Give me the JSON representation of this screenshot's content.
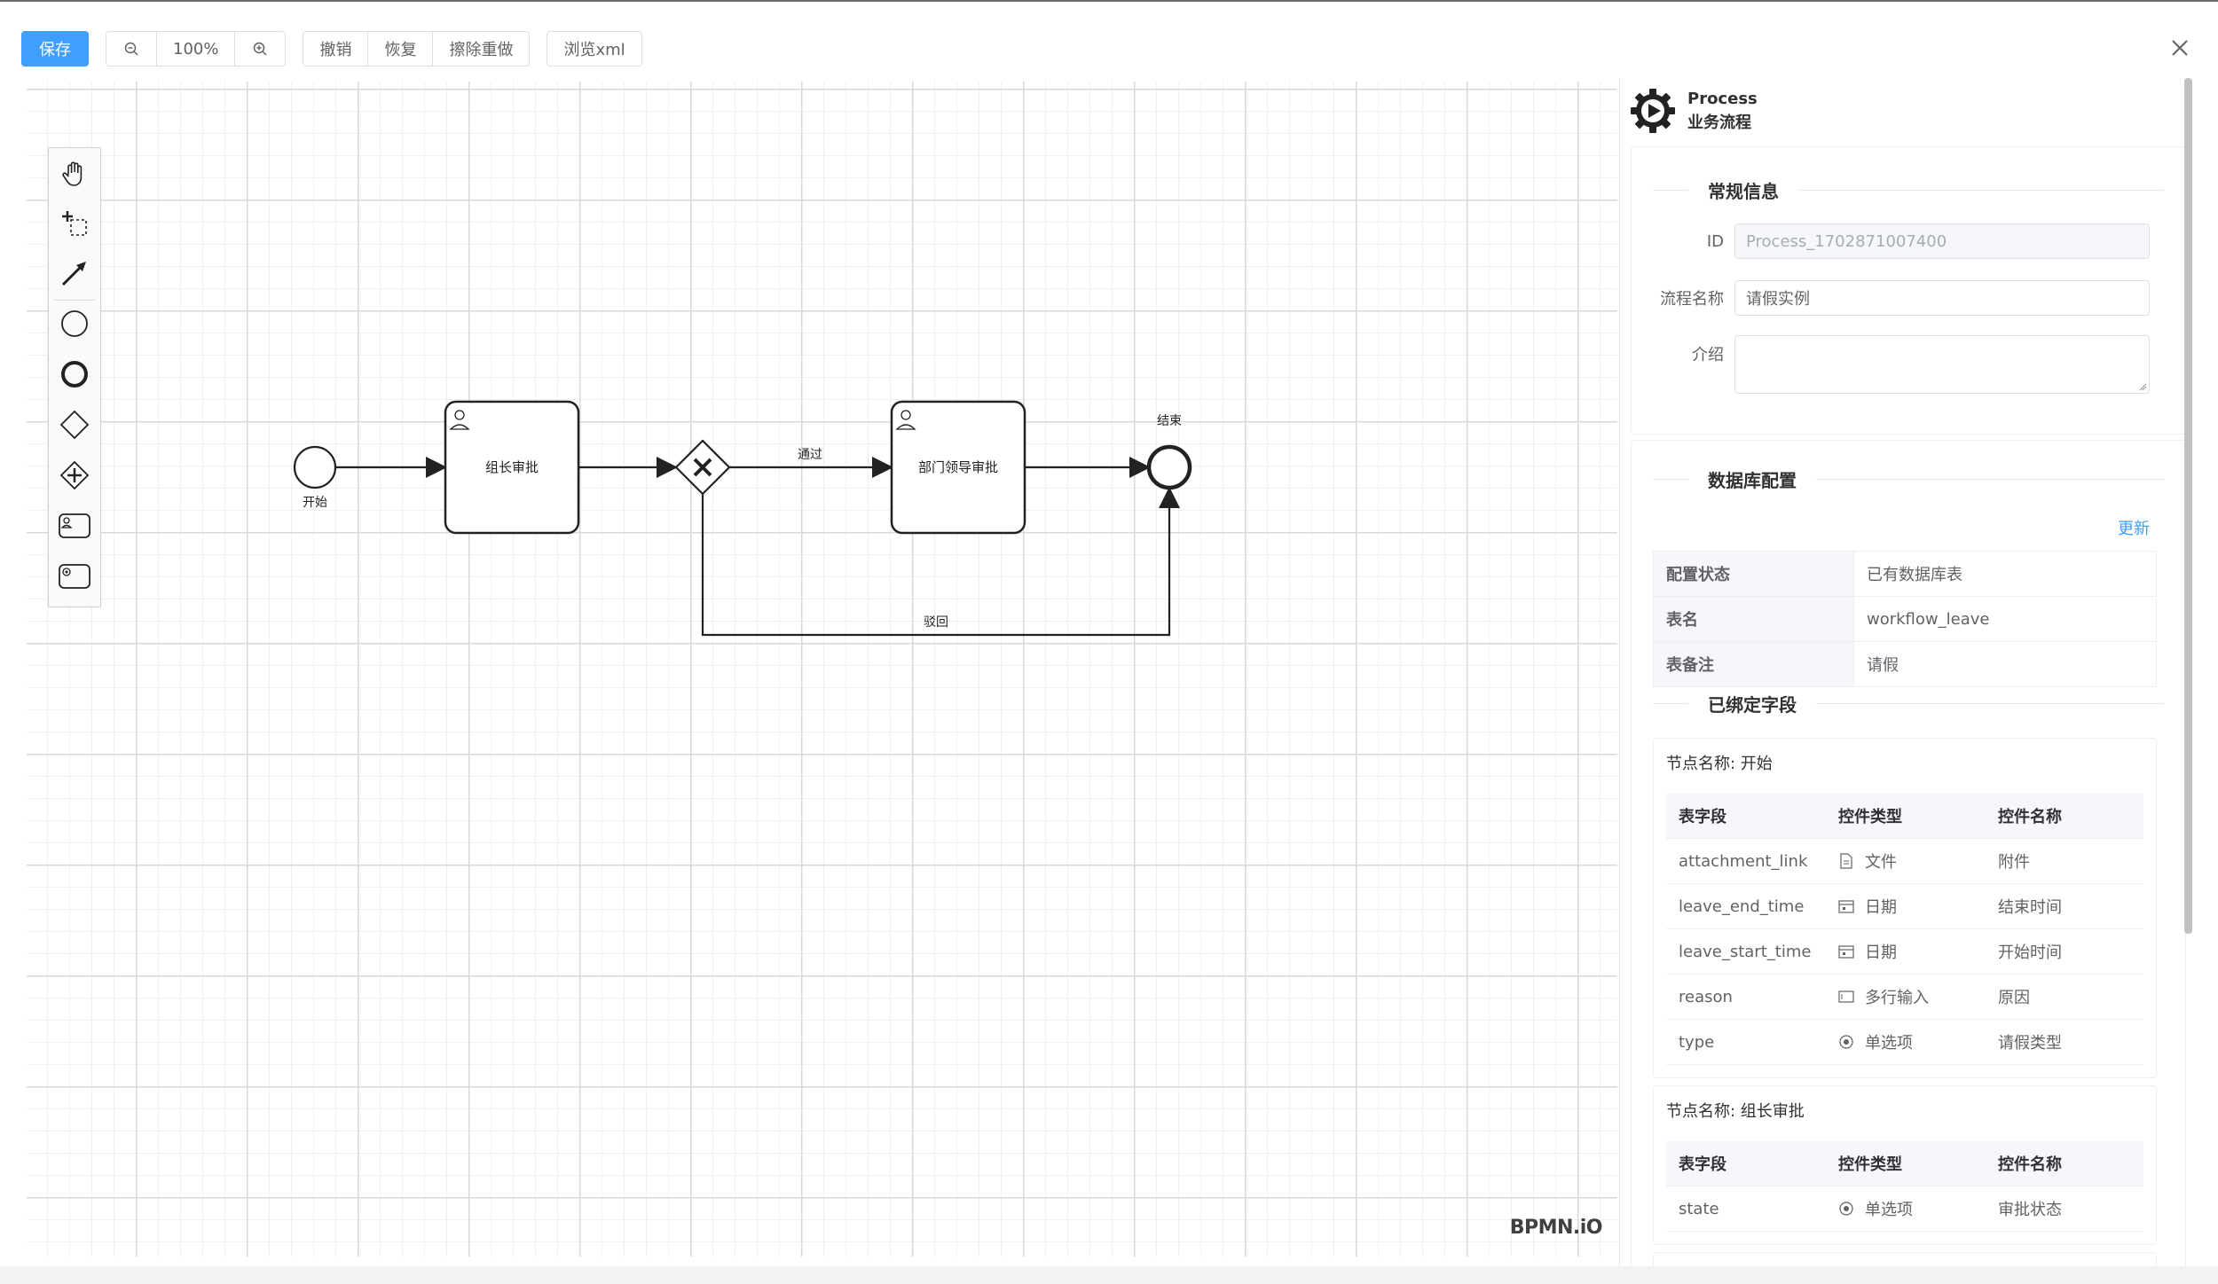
{
  "toolbar": {
    "save": "保存",
    "zoom_level": "100%",
    "undo": "撤销",
    "redo": "恢复",
    "reset": "擦除重做",
    "view_xml": "浏览xml"
  },
  "diagram": {
    "start_label": "开始",
    "task1_label": "组长审批",
    "task2_label": "部门领导审批",
    "end_label": "结束",
    "flow_pass_label": "通过",
    "flow_reject_label": "驳回",
    "watermark": "BPMN.iO"
  },
  "panel": {
    "header_title": "Process",
    "header_subtitle": "业务流程",
    "general": {
      "title": "常规信息",
      "id_label": "ID",
      "id_placeholder": "Process_1702871007400",
      "name_label": "流程名称",
      "name_value": "请假实例",
      "desc_label": "介绍",
      "desc_value": ""
    },
    "database": {
      "title": "数据库配置",
      "update_link": "更新",
      "rows": [
        {
          "key": "配置状态",
          "value": "已有数据库表"
        },
        {
          "key": "表名",
          "value": "workflow_leave"
        },
        {
          "key": "表备注",
          "value": "请假"
        }
      ]
    },
    "bound_fields": {
      "title": "已绑定字段",
      "headers": {
        "field": "表字段",
        "type": "控件类型",
        "name": "控件名称"
      },
      "nodes": [
        {
          "title": "节点名称: 开始",
          "rows": [
            {
              "field": "attachment_link",
              "icon": "file-icon",
              "type": "文件",
              "name": "附件"
            },
            {
              "field": "leave_end_time",
              "icon": "calendar-icon",
              "type": "日期",
              "name": "结束时间"
            },
            {
              "field": "leave_start_time",
              "icon": "calendar-icon",
              "type": "日期",
              "name": "开始时间"
            },
            {
              "field": "reason",
              "icon": "textarea-icon",
              "type": "多行输入",
              "name": "原因"
            },
            {
              "field": "type",
              "icon": "radio-icon",
              "type": "单选项",
              "name": "请假类型"
            }
          ]
        },
        {
          "title": "节点名称: 组长审批",
          "rows": [
            {
              "field": "state",
              "icon": "radio-icon",
              "type": "单选项",
              "name": "审批状态"
            }
          ]
        }
      ]
    }
  },
  "colors": {
    "primary": "#409eff",
    "border": "#dcdfe6",
    "grid": "#d8d8d8"
  }
}
